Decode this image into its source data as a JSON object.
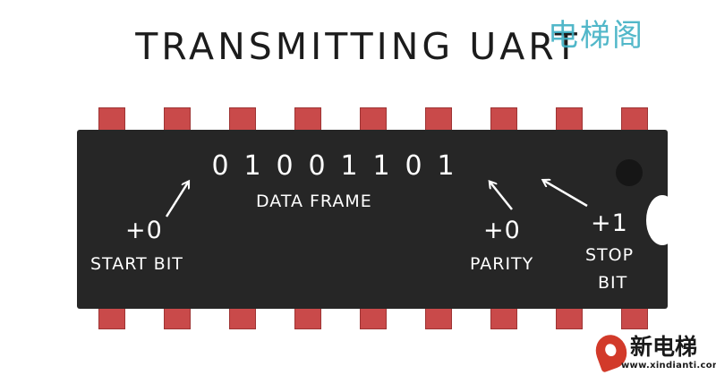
{
  "title": "TRANSMITTING UART",
  "watermark": "电梯阁",
  "data_bits": [
    "0",
    "1",
    "0",
    "0",
    "1",
    "1",
    "0",
    "1"
  ],
  "labels": {
    "data_frame": "DATA FRAME",
    "start_bit": "START BIT",
    "start_value": "+0",
    "parity": "PARITY",
    "parity_value": "+0",
    "stop_bit_line1": "STOP",
    "stop_bit_line2": "BIT",
    "stop_value": "+1"
  },
  "logo": {
    "name": "新电梯",
    "url": "www.xindianti.com"
  },
  "colors": {
    "chip_body": "#262626",
    "pins": "#c94a4a",
    "title_text": "#1c1c1c",
    "watermark": "#3fb0c4",
    "logo_accent": "#d23a2a"
  }
}
